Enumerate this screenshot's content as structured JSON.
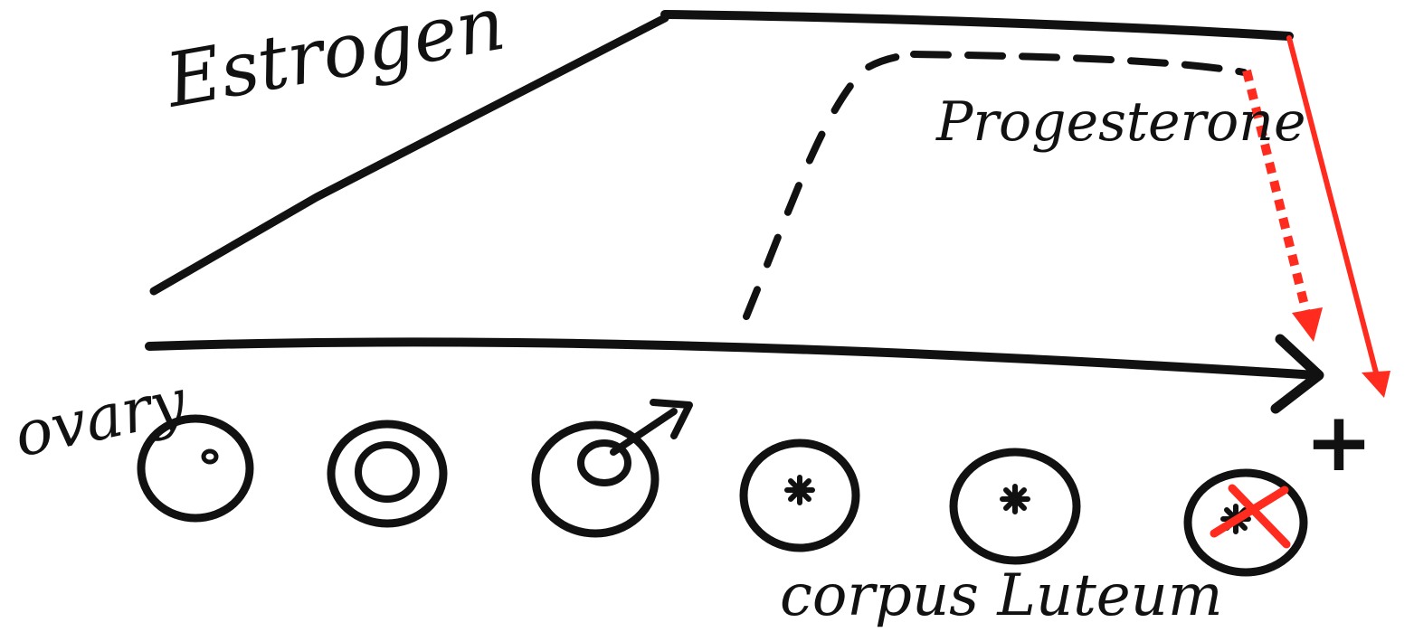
{
  "labels": {
    "estrogen": "Estrogen",
    "progesterone": "Progesterone",
    "ovary": "ovary",
    "corpus_luteum": "corpus Luteum",
    "plus_sign": "+"
  },
  "colors": {
    "ink": "#111111",
    "annotation": "#ff2b1f",
    "background": "#ffffff"
  },
  "icons": [
    "follicle-small-icon",
    "follicle-growing-icon",
    "follicle-ovulating-icon",
    "corpus-luteum-icon",
    "corpus-luteum-icon",
    "corpus-luteum-degenerating-icon"
  ]
}
